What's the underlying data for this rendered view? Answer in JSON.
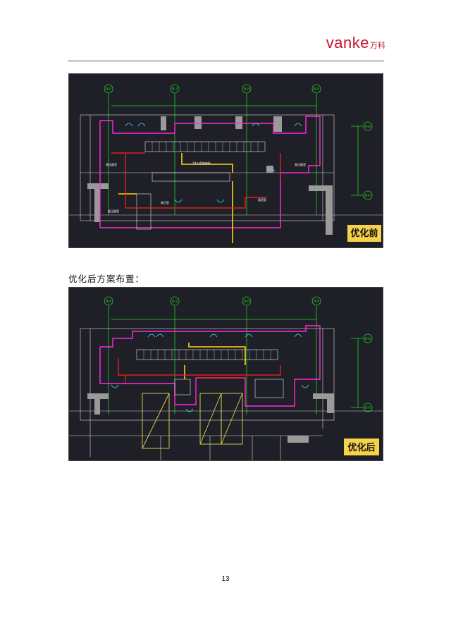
{
  "header": {
    "logo_latin": "vanke",
    "logo_cjk": "万科"
  },
  "figures": [
    {
      "axis_labels": [
        "B-6",
        "B-7",
        "B-8",
        "B-9",
        "B-E",
        "B-F"
      ],
      "room_labels": [
        "变压器室",
        "1#公用变电所",
        "变压器室",
        "变压器室",
        "高压室",
        "值班室"
      ],
      "stamp": "优化前"
    },
    {
      "axis_labels": [
        "B-6",
        "B-7",
        "B-8",
        "B-9",
        "B-E",
        "B-F"
      ],
      "stamp": "优化后"
    }
  ],
  "caption": "优化后方案布置：",
  "page_number": "13"
}
